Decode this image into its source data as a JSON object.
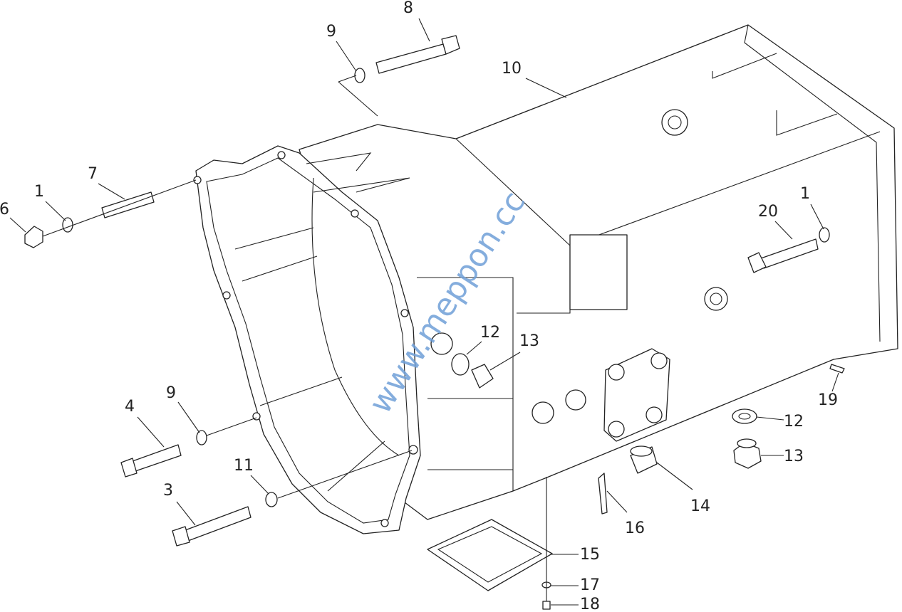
{
  "diagram": {
    "watermark": "www.meppon.cc",
    "callouts": [
      "8",
      "9",
      "10",
      "7",
      "1",
      "6",
      "20",
      "1",
      "12",
      "13",
      "9",
      "4",
      "11",
      "3",
      "12",
      "13",
      "19",
      "14",
      "16",
      "15",
      "17",
      "18"
    ]
  }
}
